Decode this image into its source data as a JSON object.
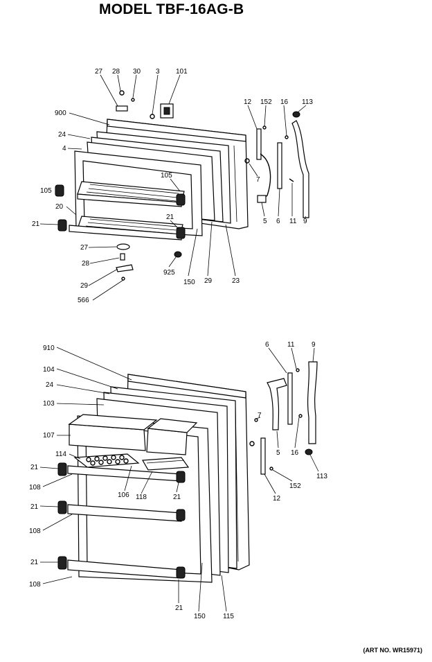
{
  "title": "MODEL TBF-16AG-B",
  "art_number": "(ART NO. WR15971)",
  "top_labels": [
    {
      "text": "27"
    },
    {
      "text": "28"
    },
    {
      "text": "30"
    },
    {
      "text": "3"
    },
    {
      "text": "101"
    },
    {
      "text": "900"
    },
    {
      "text": "24"
    },
    {
      "text": "4"
    },
    {
      "text": "105"
    },
    {
      "text": "105"
    },
    {
      "text": "20"
    },
    {
      "text": "21"
    },
    {
      "text": "21"
    },
    {
      "text": "27"
    },
    {
      "text": "28"
    },
    {
      "text": "29"
    },
    {
      "text": "566"
    },
    {
      "text": "925"
    },
    {
      "text": "150"
    },
    {
      "text": "29"
    },
    {
      "text": "23"
    },
    {
      "text": "12"
    },
    {
      "text": "152"
    },
    {
      "text": "16"
    },
    {
      "text": "113"
    },
    {
      "text": "7"
    },
    {
      "text": "5"
    },
    {
      "text": "6"
    },
    {
      "text": "11"
    },
    {
      "text": "9"
    }
  ],
  "bottom_labels": [
    {
      "text": "910"
    },
    {
      "text": "104"
    },
    {
      "text": "24"
    },
    {
      "text": "103"
    },
    {
      "text": "107"
    },
    {
      "text": "114"
    },
    {
      "text": "21"
    },
    {
      "text": "108"
    },
    {
      "text": "21"
    },
    {
      "text": "108"
    },
    {
      "text": "21"
    },
    {
      "text": "108"
    },
    {
      "text": "106"
    },
    {
      "text": "118"
    },
    {
      "text": "21"
    },
    {
      "text": "21"
    },
    {
      "text": "150"
    },
    {
      "text": "115"
    },
    {
      "text": "6"
    },
    {
      "text": "11"
    },
    {
      "text": "9"
    },
    {
      "text": "7"
    },
    {
      "text": "5"
    },
    {
      "text": "16"
    },
    {
      "text": "113"
    },
    {
      "text": "152"
    },
    {
      "text": "12"
    }
  ]
}
